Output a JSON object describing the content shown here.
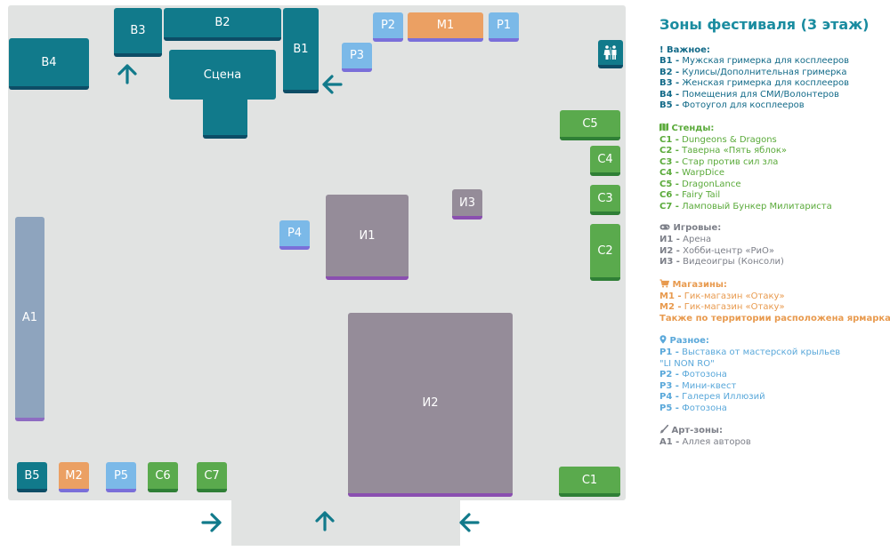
{
  "colors": {
    "teal": "#117a8b",
    "green": "#5aaa4d",
    "sky": "#7bb9e8",
    "orange": "#eba063",
    "mauve": "#958c99",
    "steel": "#8ea4be",
    "arrow": "#117a8b",
    "floor": "#e1e3e2"
  },
  "zones": {
    "b1": "В1",
    "b2": "В2",
    "b3": "В3",
    "b4": "В4",
    "b5": "В5",
    "stage": "Сцена",
    "m1": "М1",
    "m2": "М2",
    "p1": "Р1",
    "p2": "Р2",
    "p3": "Р3",
    "p4": "Р4",
    "p5": "Р5",
    "c1": "С1",
    "c2": "С2",
    "c3": "С3",
    "c4": "С4",
    "c5": "С5",
    "c6": "С6",
    "c7": "С7",
    "i1": "И1",
    "i2": "И2",
    "i3": "И3",
    "a1": "А1"
  },
  "icons": {
    "restroom": "restroom-icon",
    "arrows": [
      "arrow-up-icon",
      "arrow-left-icon",
      "arrow-right-icon"
    ]
  },
  "legend": {
    "title": "Зоны фестиваля  (3 этаж)",
    "important": {
      "head": "! Важное:",
      "items": [
        {
          "code": "В1 -",
          "text": " Мужская гримерка для косплееров"
        },
        {
          "code": "В2 -",
          "text": " Кулисы/Дополнительная гримерка"
        },
        {
          "code": "В3 -",
          "text": " Женская гримерка для косплееров"
        },
        {
          "code": "В4 -",
          "text": " Помещения для СМИ/Волонтеров"
        },
        {
          "code": "В5 -",
          "text": " Фотоугол для косплееров"
        }
      ]
    },
    "stands": {
      "head": "Стенды:",
      "items": [
        {
          "code": "С1 -",
          "text": " Dungeons & Dragons"
        },
        {
          "code": "С2 -",
          "text": " Таверна «Пять яблок»"
        },
        {
          "code": "С3 -",
          "text": " Стар против сил зла"
        },
        {
          "code": "С4 -",
          "text": " WarpDice"
        },
        {
          "code": "С5 -",
          "text": " DragonLance"
        },
        {
          "code": "С6 -",
          "text": " Fairy Tail"
        },
        {
          "code": "С7 -",
          "text": " Ламповый Бункер Милитариста"
        }
      ]
    },
    "games": {
      "head": "Игровые:",
      "items": [
        {
          "code": "И1 -",
          "text": " Арена"
        },
        {
          "code": "И2 -",
          "text": " Хобби-центр «РиО»"
        },
        {
          "code": "И3 -",
          "text": " Видеоигры (Консоли)"
        }
      ]
    },
    "shops": {
      "head": "Магазины:",
      "items": [
        {
          "code": "М1 -",
          "text": " Гик-магазин «Отаку»"
        },
        {
          "code": "М2 -",
          "text": " Гик-магазин «Отаку»"
        }
      ],
      "note": "Также по территории расположена ярмарка"
    },
    "misc": {
      "head": "Разное:",
      "items": [
        {
          "code": "Р1 -",
          "text": " Выставка от мастерской крыльев"
        },
        {
          "code": "",
          "text": "\"LI NON RO\""
        },
        {
          "code": "Р2 -",
          "text": " Фотозона"
        },
        {
          "code": "Р3 -",
          "text": " Мини-квест"
        },
        {
          "code": "Р4 -",
          "text": " Галерея Иллюзий"
        },
        {
          "code": "Р5 -",
          "text": " Фотозона"
        }
      ]
    },
    "art": {
      "head": "Арт-зоны:",
      "items": [
        {
          "code": "А1 -",
          "text": " Аллея авторов"
        }
      ]
    }
  }
}
